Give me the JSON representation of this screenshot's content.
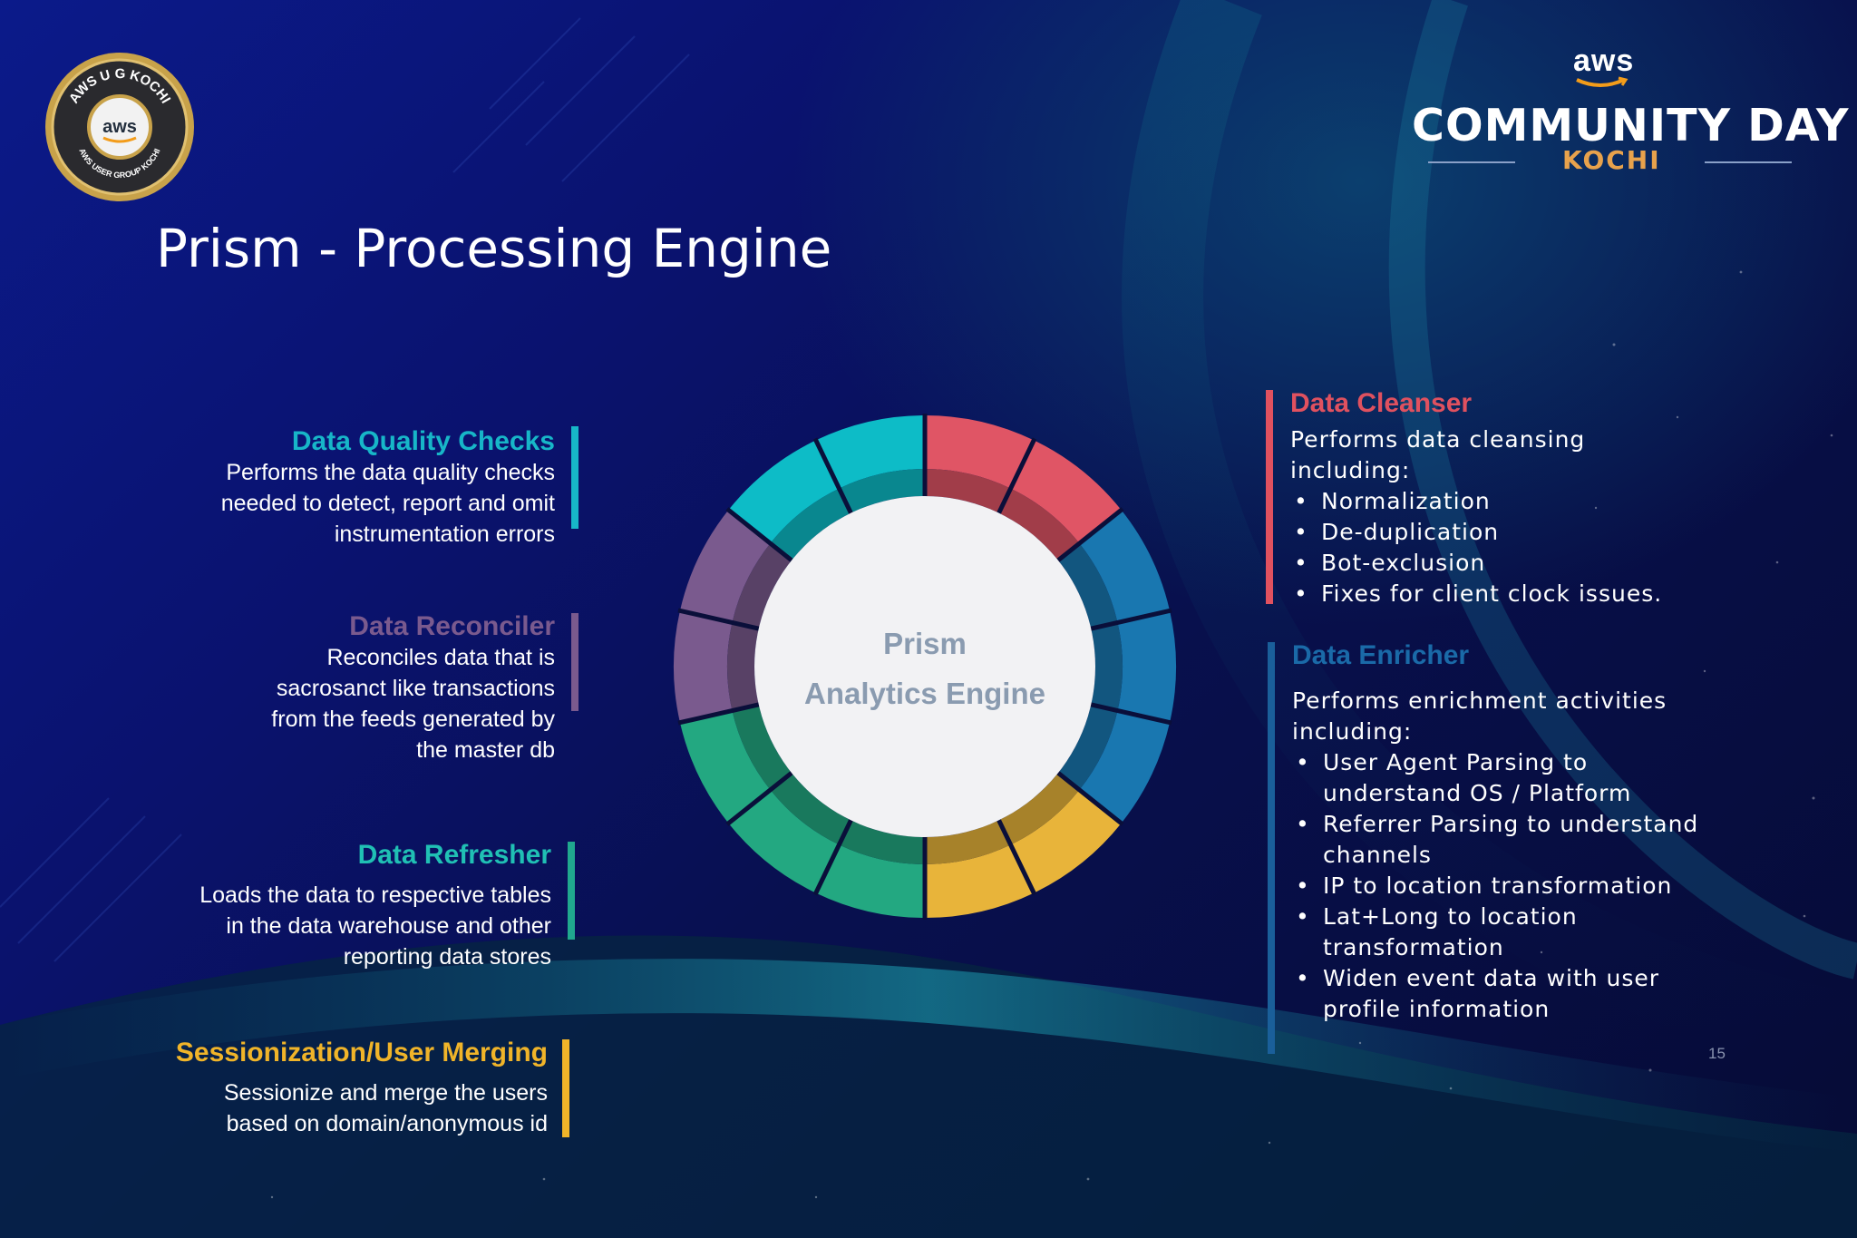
{
  "header": {
    "logo_left": {
      "ring_text": "AWS U G KOCHI",
      "bottom_text": "AWS USER GROUP KOCHI",
      "center_text": "aws"
    },
    "logo_right": {
      "aws_text": "aws",
      "title": "COMMUNITY DAY",
      "subtitle": "KOCHI"
    }
  },
  "page_title": "Prism - Processing Engine",
  "center": {
    "line1": "Prism",
    "line2": "Analytics Engine"
  },
  "left_blocks": [
    {
      "title": "Data Quality Checks",
      "lines": [
        "Performs the data quality checks",
        "needed to detect, report and omit",
        "instrumentation errors"
      ],
      "color": "#17b6c8"
    },
    {
      "title": "Data Reconciler",
      "lines": [
        "Reconciles data that is",
        "sacrosanct like transactions",
        "from   the feeds generated by",
        "the master db"
      ],
      "color": "#7a5a8e"
    },
    {
      "title": "Data Refresher",
      "lines": [
        "Loads the data to respective tables",
        "in the data warehouse and other",
        "reporting data stores"
      ],
      "color": "#20c0b4"
    },
    {
      "title": "Sessionization/User Merging",
      "lines": [
        "Sessionize and merge the users",
        "based on domain/anonymous id"
      ],
      "color": "#f0b429"
    }
  ],
  "right_blocks": [
    {
      "title": "Data Cleanser",
      "intro": [
        "Performs data cleansing",
        "including:"
      ],
      "items": [
        "Normalization",
        "De-duplication",
        "Bot-exclusion",
        "Fixes for client clock issues."
      ],
      "color": "#e0515f"
    },
    {
      "title": "Data Enricher",
      "intro": [
        "Performs enrichment activities",
        "including:"
      ],
      "items": [
        [
          "User Agent Parsing to",
          "understand OS / Platform"
        ],
        [
          "Referrer Parsing to understand",
          "channels"
        ],
        [
          "IP to location transformation"
        ],
        [
          "Lat+Long to location",
          "transformation"
        ],
        [
          "Widen event data with user",
          "profile information"
        ]
      ],
      "color": "#1a6aa8"
    }
  ],
  "page_number": "15",
  "wheel_colors": {
    "red": "#e05565",
    "blue": "#1977b0",
    "yellow": "#e8b43a",
    "green": "#23a881",
    "purple": "#7a5a8e",
    "cyan": "#0dbcc7"
  }
}
